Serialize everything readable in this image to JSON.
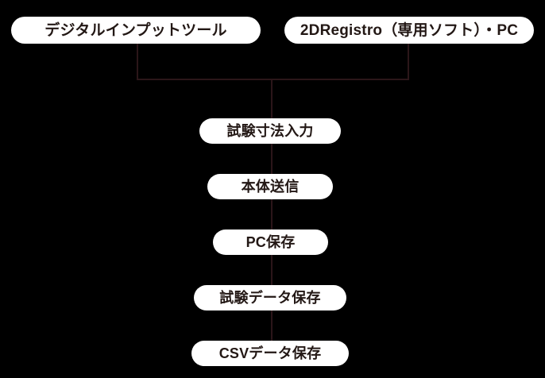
{
  "diagram": {
    "title": "",
    "background_color": "#000000",
    "node_fill_color": "#ffffff",
    "node_text_color": "#231815",
    "connector_color": "#2b1619",
    "top_nodes": [
      {
        "id": "tool",
        "label": "デジタルインプットツール"
      },
      {
        "id": "software",
        "label": "2DRegistro（専用ソフト）・PC"
      }
    ],
    "steps": [
      {
        "id": "step-1",
        "label": "試験寸法入力"
      },
      {
        "id": "step-2",
        "label": "本体送信"
      },
      {
        "id": "step-3",
        "label": "PC保存"
      },
      {
        "id": "step-4",
        "label": "試験データ保存"
      },
      {
        "id": "step-5",
        "label": "CSVデータ保存"
      }
    ],
    "connectors": [
      {
        "id": "tool-drop",
        "type": "vertical",
        "from": "tool",
        "to": "merge-bar"
      },
      {
        "id": "software-drop",
        "type": "vertical",
        "from": "software",
        "to": "merge-bar"
      },
      {
        "id": "merge-bar",
        "type": "horizontal",
        "from": "tool",
        "to": "software"
      },
      {
        "id": "trunk",
        "type": "vertical",
        "from": "merge-bar",
        "to": "step-5"
      }
    ]
  }
}
